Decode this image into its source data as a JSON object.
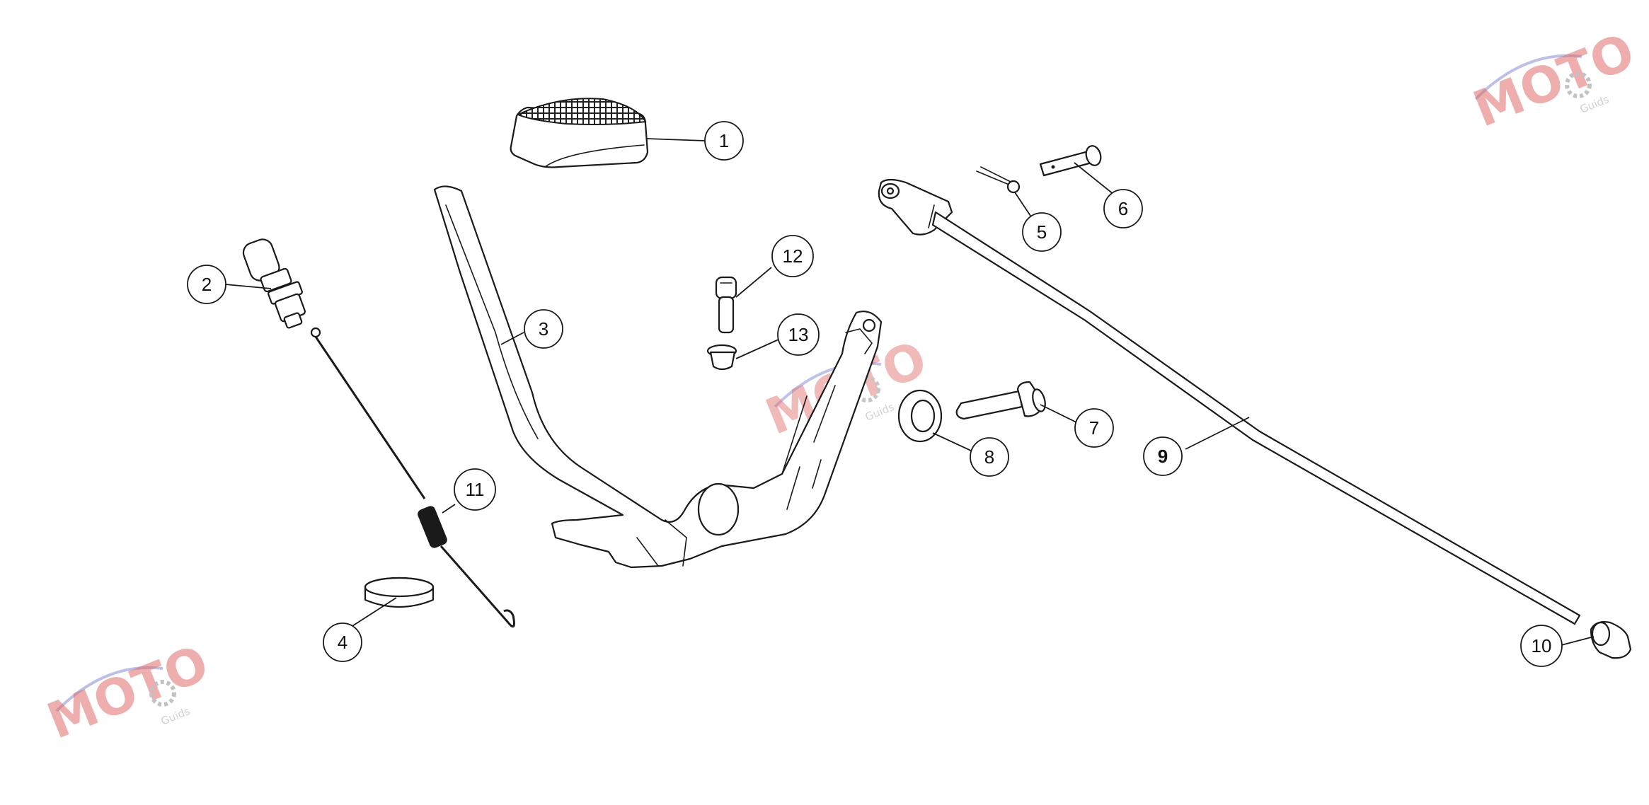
{
  "diagram": {
    "callouts": [
      {
        "label": "1"
      },
      {
        "label": "2"
      },
      {
        "label": "3"
      },
      {
        "label": "4"
      },
      {
        "label": "5"
      },
      {
        "label": "6"
      },
      {
        "label": "7"
      },
      {
        "label": "8"
      },
      {
        "label": "9"
      },
      {
        "label": "10"
      },
      {
        "label": "11"
      },
      {
        "label": "12"
      },
      {
        "label": "13"
      }
    ],
    "watermark": {
      "brand": "MOTO",
      "sub": "Guids",
      "colors": {
        "red": "#d9534f",
        "blue": "#7b83d4",
        "gear": "#b8b8b8"
      }
    },
    "line_color": "#1a1a1a",
    "background": "#ffffff"
  }
}
